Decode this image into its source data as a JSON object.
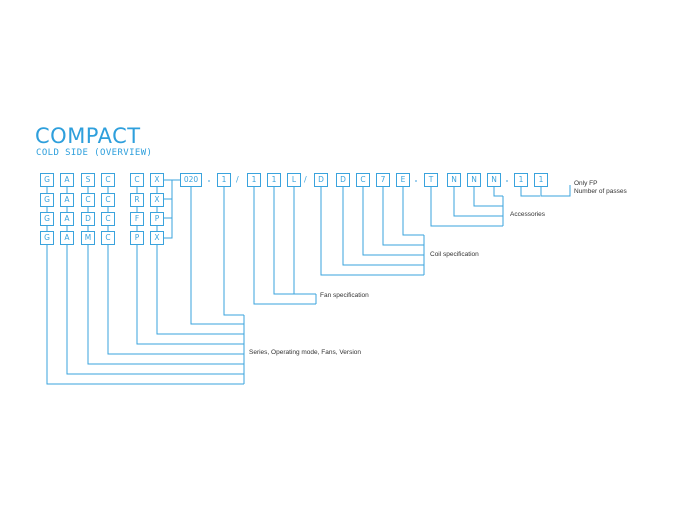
{
  "title": "COMPACT",
  "subtitle": "COLD SIDE (OVERVIEW)",
  "grid_columns": [
    [
      "G",
      "G",
      "G",
      "G"
    ],
    [
      "A",
      "A",
      "A",
      "A"
    ],
    [
      "S",
      "C",
      "D",
      "M"
    ],
    [
      "C",
      "C",
      "C",
      "C"
    ],
    [
      "C",
      "R",
      "F",
      "P"
    ],
    [
      "X",
      "X",
      "P",
      "X"
    ]
  ],
  "code_boxes": [
    "020",
    "1",
    "1",
    "1",
    "L",
    "D",
    "D",
    "C",
    "7",
    "E",
    "T",
    "N",
    "N",
    "N",
    "1",
    "1"
  ],
  "separators": [
    "/",
    "/"
  ],
  "labels": {
    "only_fp": "Only FP",
    "number_of_passes": "Number of passes",
    "accessories": "Accessories",
    "coil_specification": "Coil specification",
    "fan_specification": "Fan specification",
    "series": "Series, Operating mode, Fans, Version"
  },
  "colors": {
    "accent": "#2e9fdc",
    "line": "#3aa3dd",
    "text": "#333333"
  }
}
